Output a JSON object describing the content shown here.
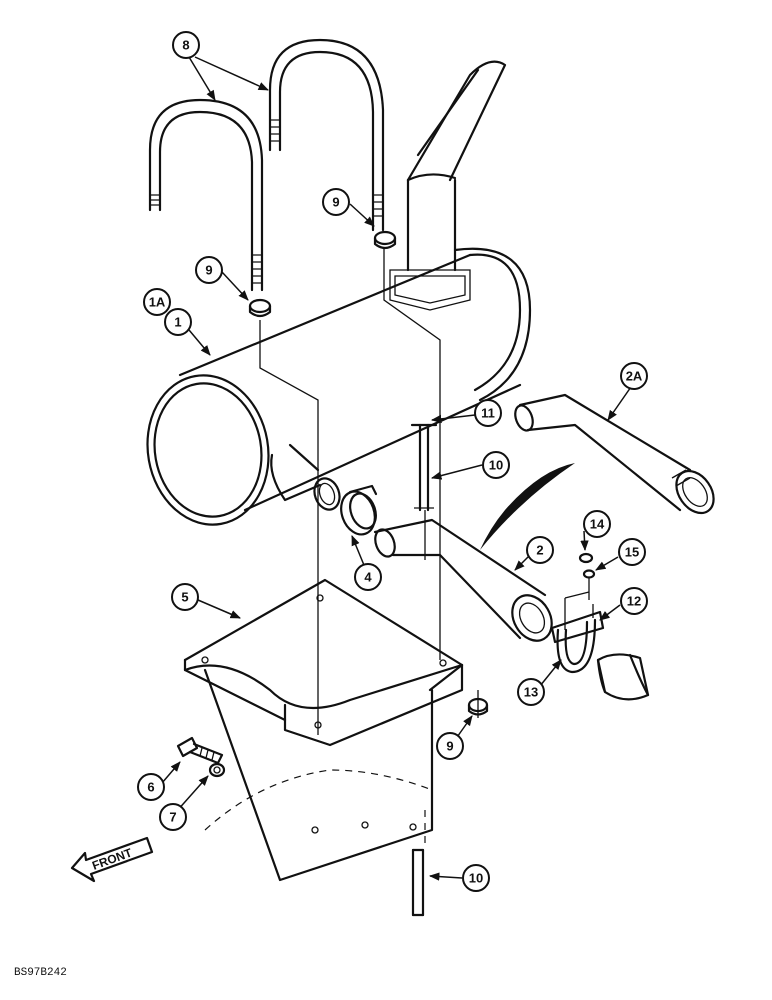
{
  "callouts": {
    "c8": "8",
    "c9a": "9",
    "c9b": "9",
    "c9c": "9",
    "c1a": "1A",
    "c1": "1",
    "c2a": "2A",
    "c11": "11",
    "c10a": "10",
    "c10b": "10",
    "c2": "2",
    "c14": "14",
    "c15": "15",
    "c4": "4",
    "c5": "5",
    "c12": "12",
    "c13": "13",
    "c6": "6",
    "c7": "7"
  },
  "front_label": "FRONT",
  "figure_code": "BS97B242"
}
